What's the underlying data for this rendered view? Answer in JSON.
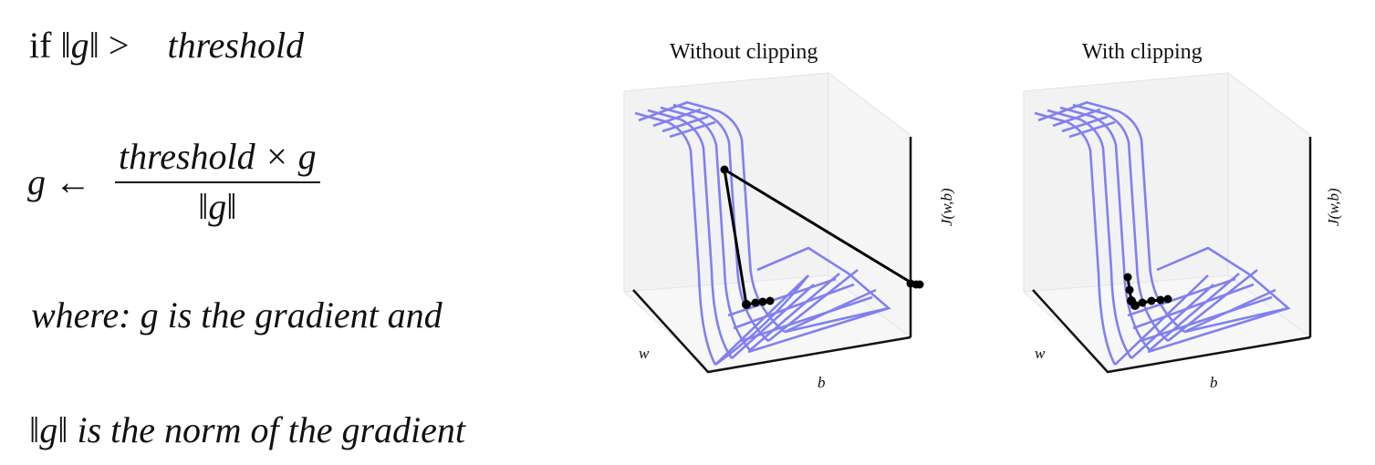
{
  "formulas": {
    "line1_if": "if",
    "line1_norm": "‖g‖",
    "line1_gt": ">",
    "line1_threshold": "threshold",
    "line2_g": "g",
    "line2_arrow": "←",
    "line2_numerator": "threshold × g",
    "line2_denominator": "‖g‖",
    "line3": "where: g is the gradient and",
    "line4": "‖g‖ is the norm of the gradient"
  },
  "plots": [
    {
      "title": "Without clipping",
      "xlabel": "b",
      "ylabel": "w",
      "zlabel": "J(w,b)"
    },
    {
      "title": "With clipping",
      "xlabel": "b",
      "ylabel": "w",
      "zlabel": "J(w,b)"
    }
  ],
  "colors": {
    "surface": "#8080f0",
    "path": "#000000",
    "pane": "#f2f2f2"
  }
}
